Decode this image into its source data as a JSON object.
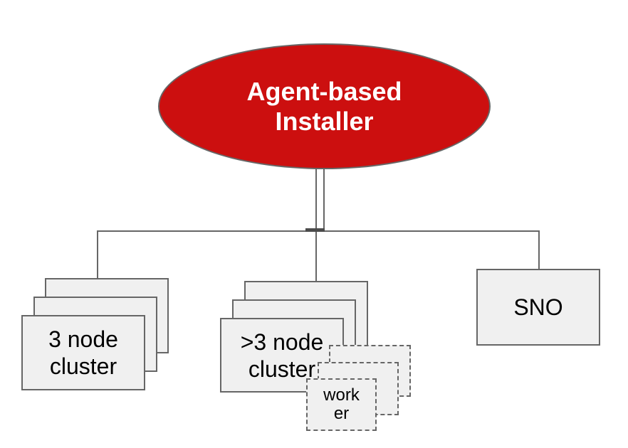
{
  "diagram": {
    "installer": {
      "lines": [
        "Agent-based",
        "Installer"
      ]
    },
    "three_node": {
      "lines": [
        "3 node",
        "cluster"
      ]
    },
    "gt_three_node": {
      "lines": [
        ">3 node",
        "cluster"
      ]
    },
    "worker": {
      "lines": [
        "work",
        "er"
      ]
    },
    "sno": {
      "label": "SNO"
    },
    "colors": {
      "installer_fill": "#cc0f0f",
      "installer_text": "#ffffff",
      "box_fill": "#f0f0f0",
      "stroke": "#666666",
      "label_text": "#000000",
      "background": "#ffffff"
    }
  }
}
